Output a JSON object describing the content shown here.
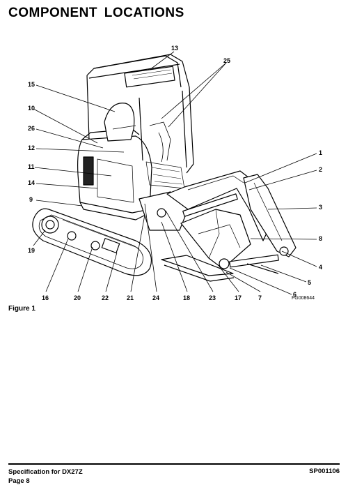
{
  "page_title": "COMPONENT  LOCATIONS",
  "figure": {
    "caption": "Figure  1",
    "code": "FG008644",
    "callouts": [
      {
        "id": "c13",
        "label": "13"
      },
      {
        "id": "c25",
        "label": "25"
      },
      {
        "id": "c15",
        "label": "15"
      },
      {
        "id": "c10",
        "label": "10"
      },
      {
        "id": "c26",
        "label": "26"
      },
      {
        "id": "c12",
        "label": "12"
      },
      {
        "id": "c11",
        "label": "11"
      },
      {
        "id": "c14",
        "label": "14"
      },
      {
        "id": "c9",
        "label": "9"
      },
      {
        "id": "c19",
        "label": "19"
      },
      {
        "id": "c1",
        "label": "1"
      },
      {
        "id": "c2",
        "label": "2"
      },
      {
        "id": "c3",
        "label": "3"
      },
      {
        "id": "c8",
        "label": "8"
      },
      {
        "id": "c4",
        "label": "4"
      },
      {
        "id": "c5",
        "label": "5"
      },
      {
        "id": "c6",
        "label": "6"
      },
      {
        "id": "c16",
        "label": "16"
      },
      {
        "id": "c20",
        "label": "20"
      },
      {
        "id": "c22",
        "label": "22"
      },
      {
        "id": "c21",
        "label": "21"
      },
      {
        "id": "c24",
        "label": "24"
      },
      {
        "id": "c18",
        "label": "18"
      },
      {
        "id": "c23",
        "label": "23"
      },
      {
        "id": "c17",
        "label": "17"
      },
      {
        "id": "c7",
        "label": "7"
      }
    ]
  },
  "footer": {
    "spec_line": "Specification  for  DX27Z",
    "page_line": "Page  8",
    "doc_id": "SP001106"
  }
}
